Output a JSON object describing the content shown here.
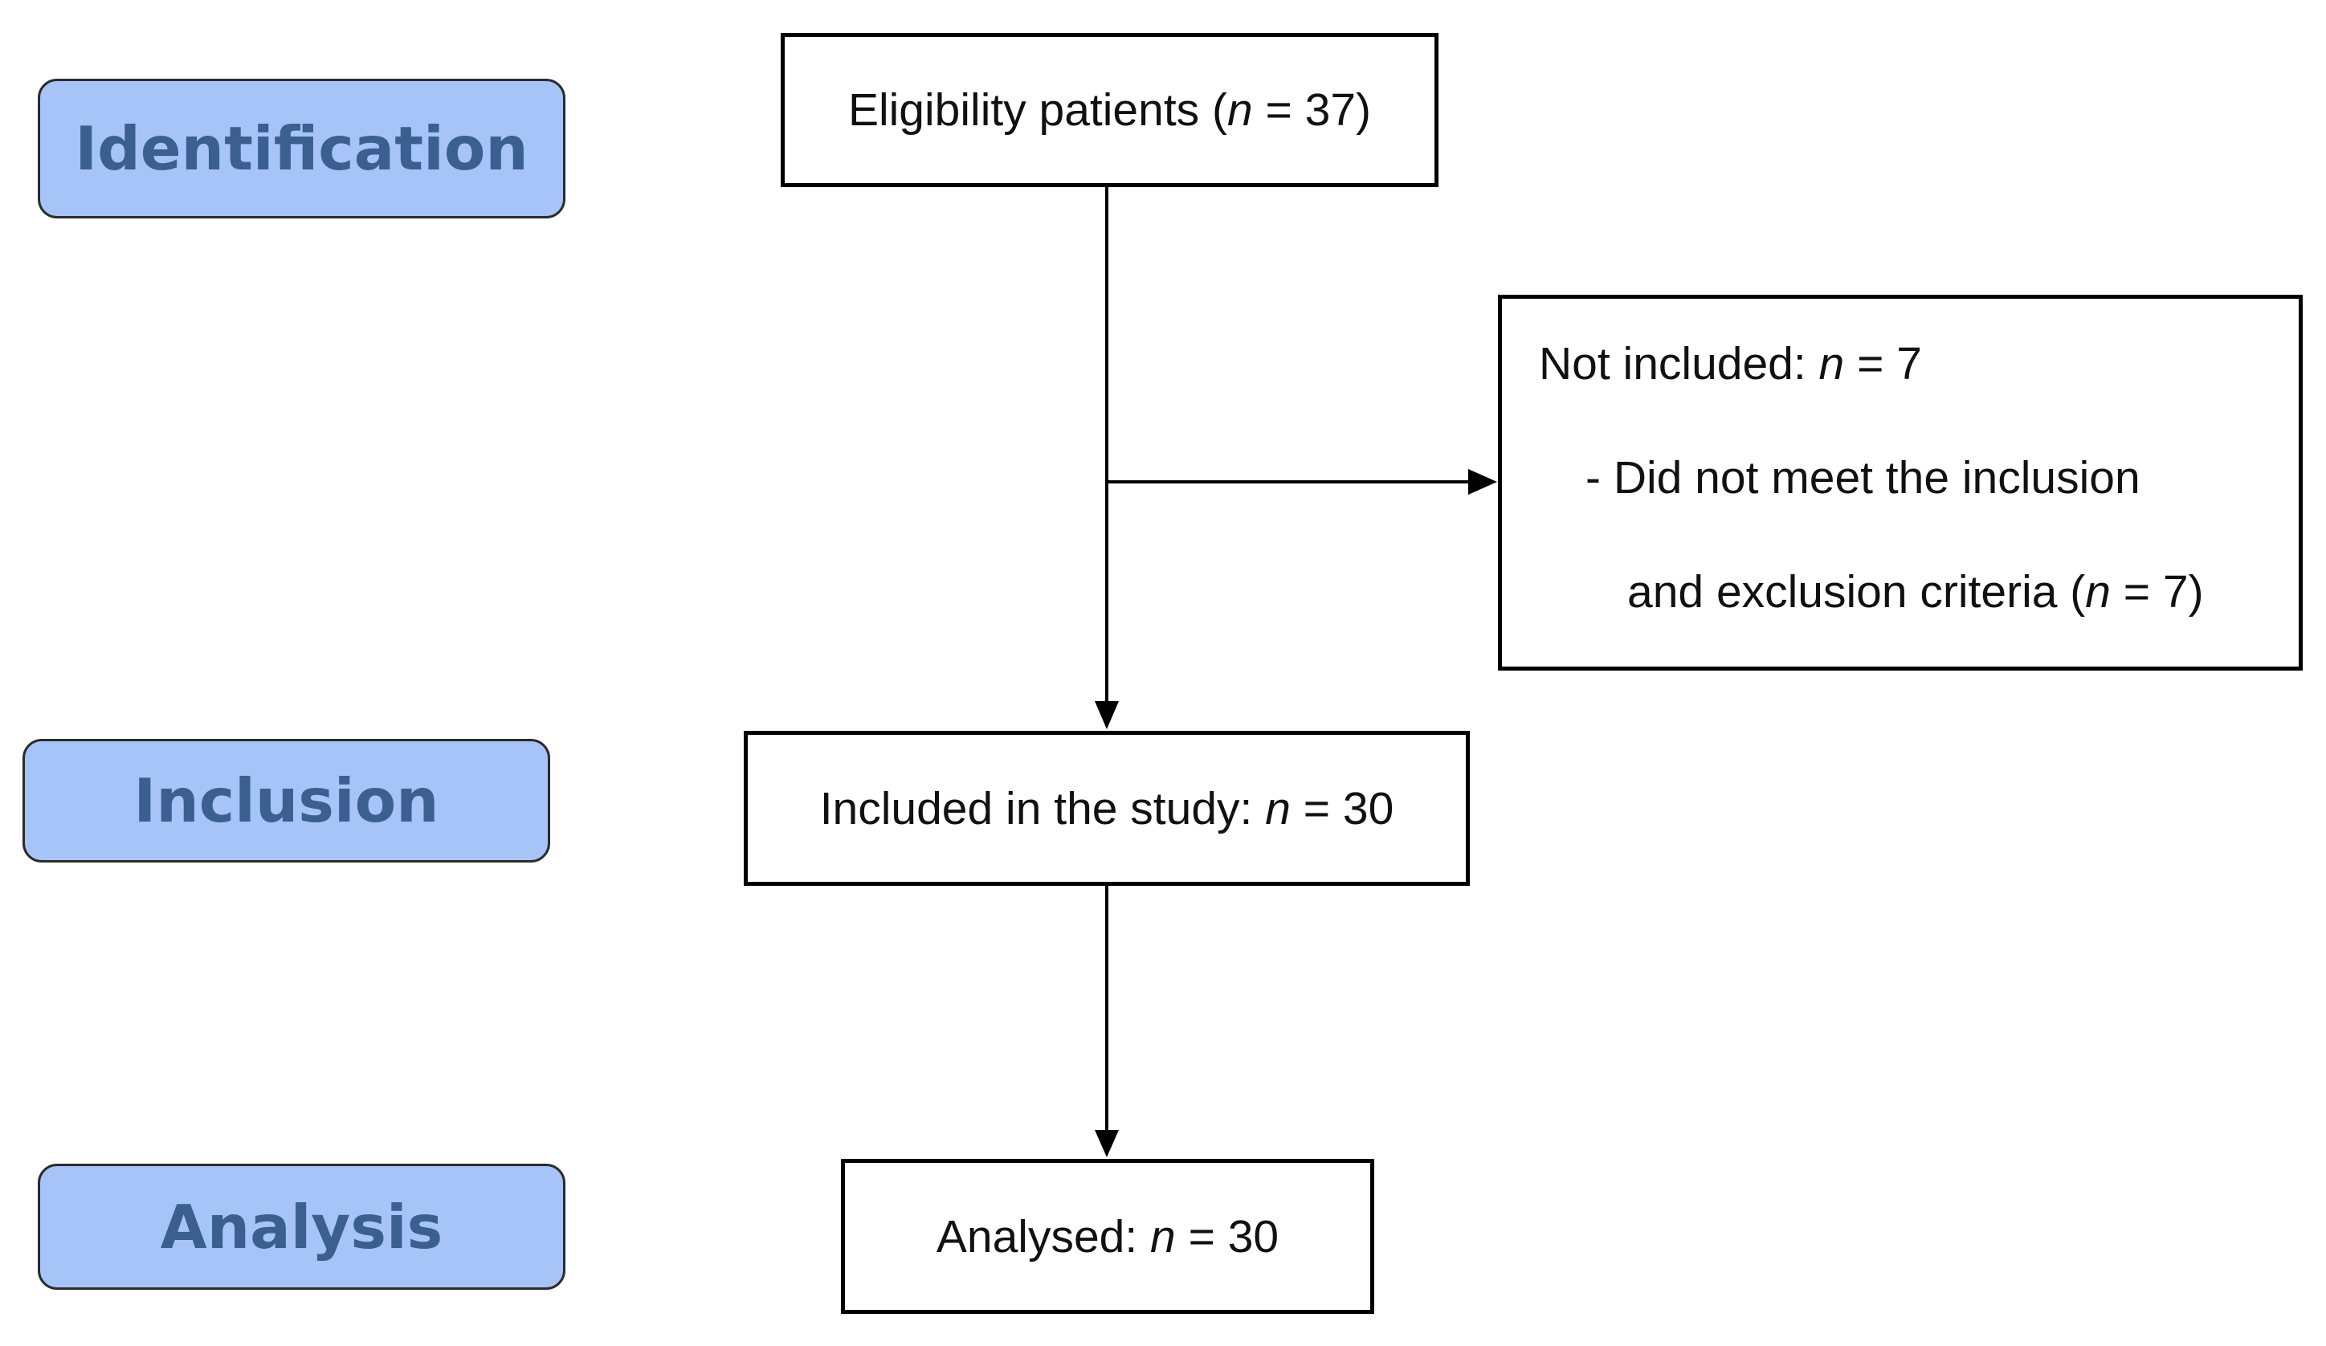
{
  "phases": {
    "identification": "Identification",
    "inclusion": "Inclusion",
    "analysis": "Analysis"
  },
  "boxes": {
    "eligibility": {
      "prefix": "Eligibility patients (",
      "n": "n",
      "suffix": " = 37)"
    },
    "not_included": {
      "line1_prefix": "Not included: ",
      "line1_n": "n",
      "line1_suffix": " = 7",
      "line2": "- Did not meet the inclusion",
      "line3_prefix": "and exclusion criteria (",
      "line3_n": "n",
      "line3_suffix": " = 7)"
    },
    "included": {
      "prefix": "Included in the study: ",
      "n": "n",
      "suffix": " = 30"
    },
    "analysed": {
      "prefix": "Analysed: ",
      "n": "n",
      "suffix": " = 30"
    }
  },
  "colors": {
    "phase_fill": "#a6c4f7",
    "phase_text": "#3b5f8f",
    "line": "#000000"
  }
}
